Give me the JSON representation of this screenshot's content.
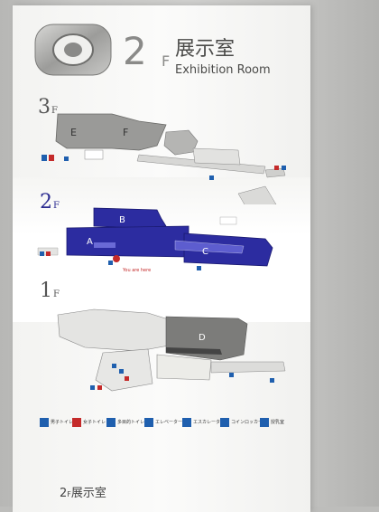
{
  "header": {
    "floor_number": "2",
    "floor_suffix": "F",
    "title_ja": "展示室",
    "title_en": "Exhibition Room",
    "logo_icon": "museum-ring-icon"
  },
  "floors": {
    "f3": {
      "number": "3",
      "suffix": "F"
    },
    "f2": {
      "number": "2",
      "suffix": "F",
      "current_marker": "You are here"
    },
    "f1": {
      "number": "1",
      "suffix": "F"
    }
  },
  "map_areas": {
    "area_a": "A",
    "area_b": "B",
    "area_c": "C",
    "area_d": "D",
    "area_e": "E",
    "area_f": "F"
  },
  "legend": [
    {
      "icon": "restroom-icon",
      "label": "男子トイレ"
    },
    {
      "icon": "restroom-icon",
      "label": "女子トイレ"
    },
    {
      "icon": "accessible-restroom-icon",
      "label": "多目的トイレ"
    },
    {
      "icon": "elevator-icon",
      "label": "エレベーター"
    },
    {
      "icon": "escalator-icon",
      "label": "エスカレーター"
    },
    {
      "icon": "stairs-icon",
      "label": "コインロッカー"
    },
    {
      "icon": "info-icon",
      "label": "授乳室"
    }
  ],
  "footer": {
    "floor": "2",
    "suffix": "F",
    "title": "展示室"
  },
  "colors": {
    "exhibit_blue": "#2c2ca0",
    "floor_gray": "#9a9a98",
    "accent_red": "#c42a2a",
    "icon_blue": "#1f5fae"
  }
}
